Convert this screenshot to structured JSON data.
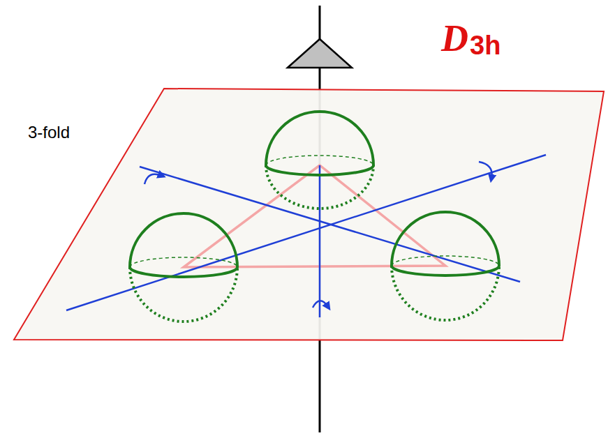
{
  "diagram": {
    "labels": [
      "3-fold",
      "D",
      "3h"
    ]
  }
}
